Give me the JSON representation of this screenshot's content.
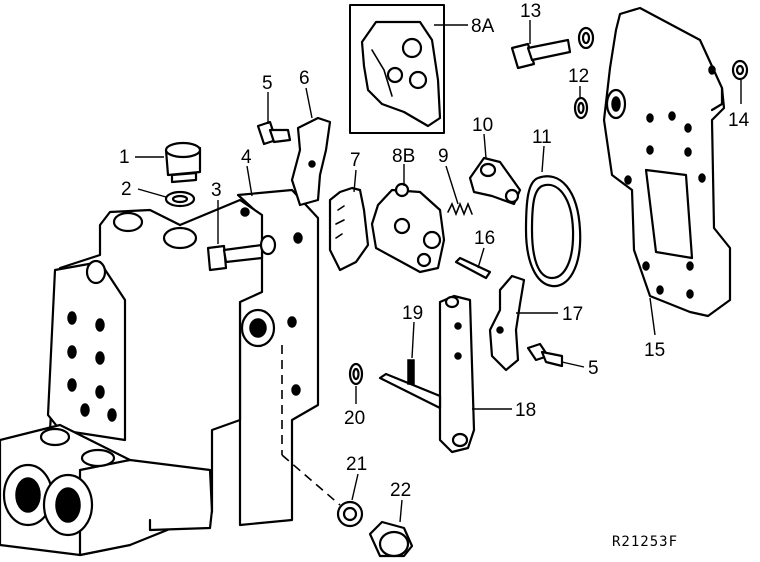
{
  "diagram": {
    "reference_code": "R21253F",
    "callouts": [
      {
        "id": "c1",
        "text": "1"
      },
      {
        "id": "c2",
        "text": "2"
      },
      {
        "id": "c3",
        "text": "3"
      },
      {
        "id": "c4",
        "text": "4"
      },
      {
        "id": "c5a",
        "text": "5"
      },
      {
        "id": "c5b",
        "text": "5"
      },
      {
        "id": "c6",
        "text": "6"
      },
      {
        "id": "c7",
        "text": "7"
      },
      {
        "id": "c8a",
        "text": "8A"
      },
      {
        "id": "c8b",
        "text": "8B"
      },
      {
        "id": "c9",
        "text": "9"
      },
      {
        "id": "c10",
        "text": "10"
      },
      {
        "id": "c11",
        "text": "11"
      },
      {
        "id": "c12",
        "text": "12"
      },
      {
        "id": "c13",
        "text": "13"
      },
      {
        "id": "c14",
        "text": "14"
      },
      {
        "id": "c15",
        "text": "15"
      },
      {
        "id": "c16",
        "text": "16"
      },
      {
        "id": "c17",
        "text": "17"
      },
      {
        "id": "c18",
        "text": "18"
      },
      {
        "id": "c19",
        "text": "19"
      },
      {
        "id": "c20",
        "text": "20"
      },
      {
        "id": "c21",
        "text": "21"
      },
      {
        "id": "c22",
        "text": "22"
      }
    ]
  }
}
